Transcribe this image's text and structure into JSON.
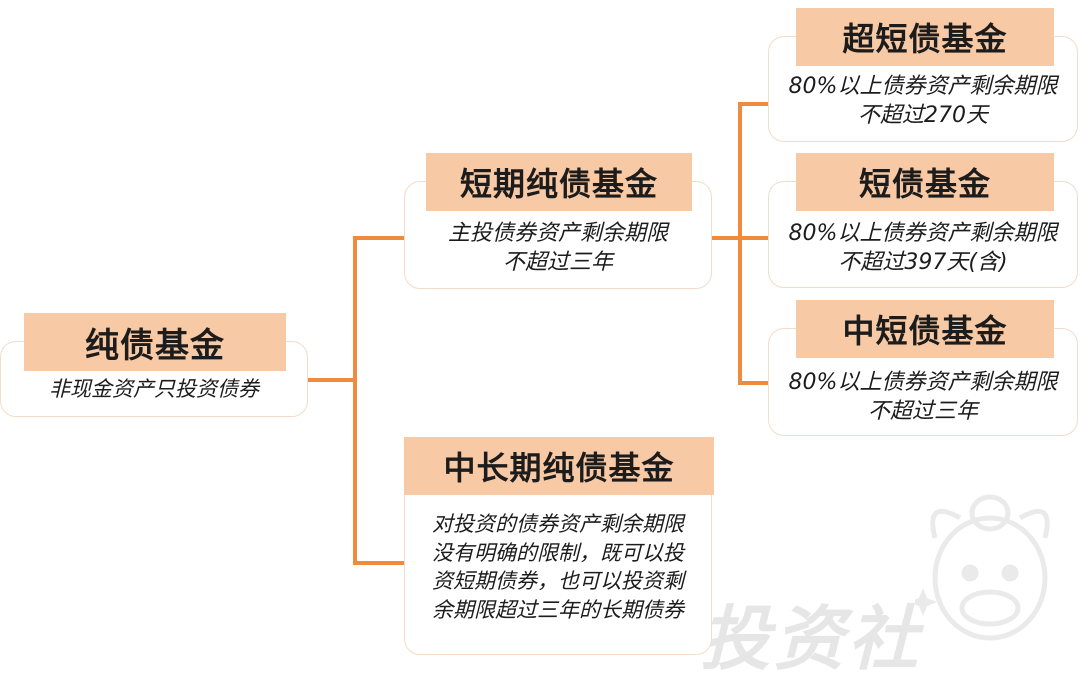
{
  "root": {
    "title": "纯债基金",
    "desc": "非现金资产只投资债券"
  },
  "short_term": {
    "title": "短期纯债基金",
    "desc": "主投债券资产剩余期限\n不超过三年"
  },
  "mid_long_term": {
    "title": "中长期纯债基金",
    "desc": "对投资的债券资产剩余期限\n没有明确的限制，既可以投\n资短期债券，也可以投资剩\n余期限超过三年的长期债券"
  },
  "ultra_short": {
    "title": "超短债基金",
    "desc": "80%以上债券资产剩余期限\n不超过270天"
  },
  "short_bond": {
    "title": "短债基金",
    "desc": "80%以上债券资产剩余期限\n不超过397天(含)"
  },
  "mid_short": {
    "title": "中短债基金",
    "desc": "80%以上债券资产剩余期限\n不超过三年"
  },
  "watermark": {
    "text": "投资社"
  },
  "colors": {
    "connector": "#f08a3c",
    "title_bg": "#f8c9a5",
    "border": "#f3dcc8"
  }
}
